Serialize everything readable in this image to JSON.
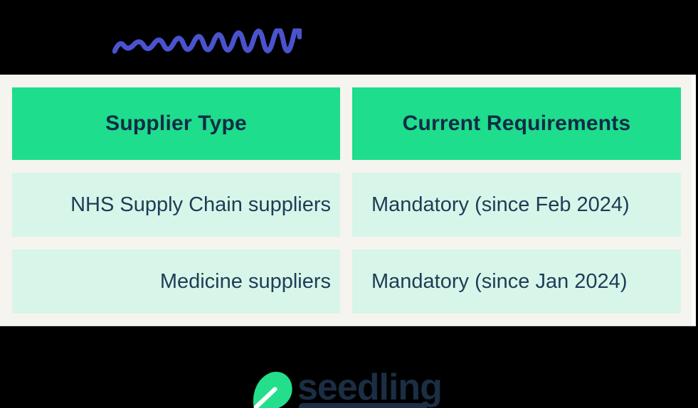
{
  "chart_data": {
    "type": "table",
    "columns": [
      "Supplier Type",
      "Current Requirements"
    ],
    "rows": [
      [
        "NHS Supply Chain suppliers",
        "Mandatory (since Feb 2024)"
      ],
      [
        "Medicine suppliers",
        "Mandatory (since Jan 2024)"
      ]
    ]
  },
  "colors": {
    "background": "#000000",
    "panel_background": "#F6F4EF",
    "panel_edge_strip": "#FDFDFC",
    "header_green": "#1EDD8D",
    "row_mint": "#D8F5E9",
    "header_text": "#122C45",
    "body_text": "#1D3D56",
    "squiggle_blue": "#4A53CE",
    "leaf_green": "#23DF8C",
    "leaf_slash": "#FFFFFF",
    "wordmark_navy": "#1B2E44"
  },
  "decoration": {
    "squiggle": "blue-hand-drawn-squiggle"
  },
  "footer": {
    "brand_name": "seedling"
  }
}
